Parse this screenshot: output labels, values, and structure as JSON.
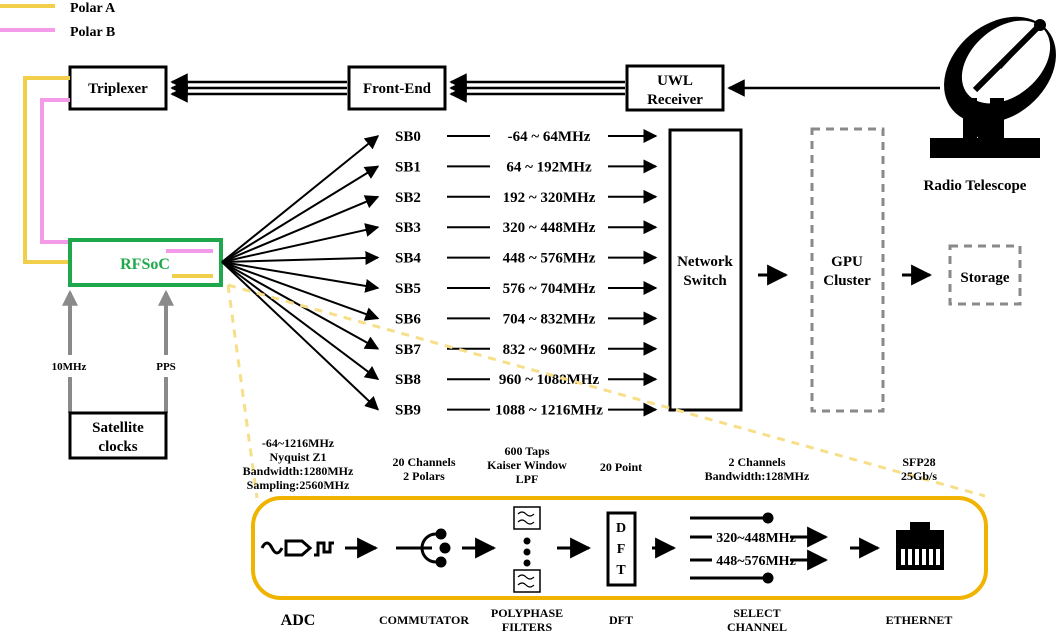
{
  "legend": {
    "items": [
      {
        "label": "Polar A",
        "color": "#f2cf4a"
      },
      {
        "label": "Polar B",
        "color": "#f39be8"
      }
    ]
  },
  "top_chain": {
    "triplexer": "Triplexer",
    "front_end": "Front-End",
    "uwl_line1": "UWL",
    "uwl_line2": "Receiver",
    "telescope": "Radio Telescope"
  },
  "rfsoc": {
    "label": "RFSoC",
    "label_color": "#1fa84b",
    "box_color": "#1fa84b"
  },
  "clocks": {
    "line1": "Satellite",
    "line2": "clocks",
    "ref_10mhz": "10MHz",
    "pps": "PPS"
  },
  "subbands": [
    {
      "name": "SB0",
      "range": "-64 ~ 64MHz"
    },
    {
      "name": "SB1",
      "range": "64 ~ 192MHz"
    },
    {
      "name": "SB2",
      "range": "192 ~ 320MHz"
    },
    {
      "name": "SB3",
      "range": "320 ~ 448MHz"
    },
    {
      "name": "SB4",
      "range": "448 ~ 576MHz"
    },
    {
      "name": "SB5",
      "range": "576 ~ 704MHz"
    },
    {
      "name": "SB6",
      "range": "704 ~ 832MHz"
    },
    {
      "name": "SB7",
      "range": "832 ~ 960MHz"
    },
    {
      "name": "SB8",
      "range": "960 ~ 1088MHz"
    },
    {
      "name": "SB9",
      "range": "1088 ~ 1216MHz"
    }
  ],
  "backend": {
    "switch_line1": "Network",
    "switch_line2": "Switch",
    "gpu_line1": "GPU",
    "gpu_line2": "Cluster",
    "storage": "Storage"
  },
  "pipeline": {
    "params": {
      "adc": [
        "-64~1216MHz",
        "Nyquist Z1",
        "Bandwidth:1280MHz",
        "Sampling:2560MHz"
      ],
      "commutator": [
        "20 Channels",
        "2 Polars"
      ],
      "filters": [
        "600 Taps",
        "Kaiser Window",
        "LPF"
      ],
      "dft": [
        "20 Point"
      ],
      "select": [
        "2 Channels",
        "Bandwidth:128MHz"
      ],
      "ethernet": [
        "SFP28",
        "25Gb/s"
      ]
    },
    "dft_letters": [
      "D",
      "F",
      "T"
    ],
    "channels": [
      "320~448MHz",
      "448~576MHz"
    ],
    "stages": {
      "adc": "ADC",
      "commutator": "COMMUTATOR",
      "filters_line1": "POLYPHASE",
      "filters_line2": "FILTERS",
      "dft": "DFT",
      "select_line1": "SELECT",
      "select_line2": "CHANNEL",
      "ethernet": "ETHERNET"
    },
    "frame_color": "#f0b400"
  }
}
